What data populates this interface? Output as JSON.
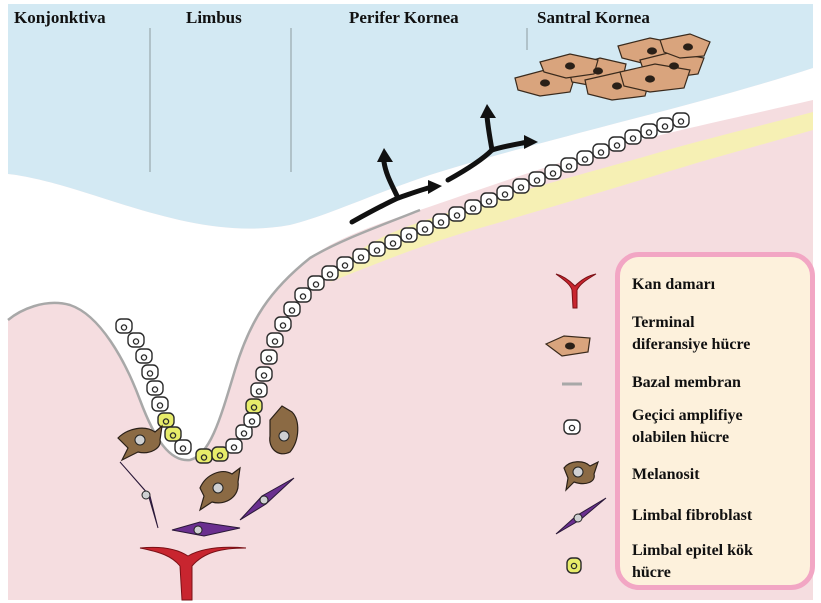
{
  "regions": {
    "konjonktiva": "Konjonktiva",
    "limbus": "Limbus",
    "perifer_kornea": "Perifer Kornea",
    "santral_kornea": "Santral Kornea"
  },
  "legend": {
    "kan_damari": "Kan damarı",
    "terminal_1": "Terminal",
    "terminal_2": "diferansiye hücre",
    "bazal_membran": "Bazal membran",
    "gecici_1": "Geçici amplifiye",
    "gecici_2": "olabilen hücre",
    "melanosit": "Melanosit",
    "fibroblast": "Limbal fibroblast",
    "kok_1": "Limbal epitel kök",
    "kok_2": "hücre"
  },
  "icons": {
    "blood_vessel": "blood-vessel-icon",
    "terminal_cell": "terminal-cell-icon",
    "basement_membrane": "basement-membrane-icon",
    "transit_cell": "transit-amplifying-cell-icon",
    "melanocyte": "melanocyte-icon",
    "fibroblast": "fibroblast-icon",
    "stem_cell": "stem-cell-icon"
  },
  "colors": {
    "tear_film": "#d3e9f3",
    "stroma": "#f5dde0",
    "legend_border": "#f2a6c4",
    "legend_fill": "#fdf1dc",
    "blood_vessel": "#c8252f",
    "terminal_cell": "#d9a47d",
    "stem_cell": "#e7ec6a",
    "melanocyte": "#8b6a44",
    "fibroblast": "#6a2f8f",
    "bowman_layer": "#f6f0b4"
  }
}
